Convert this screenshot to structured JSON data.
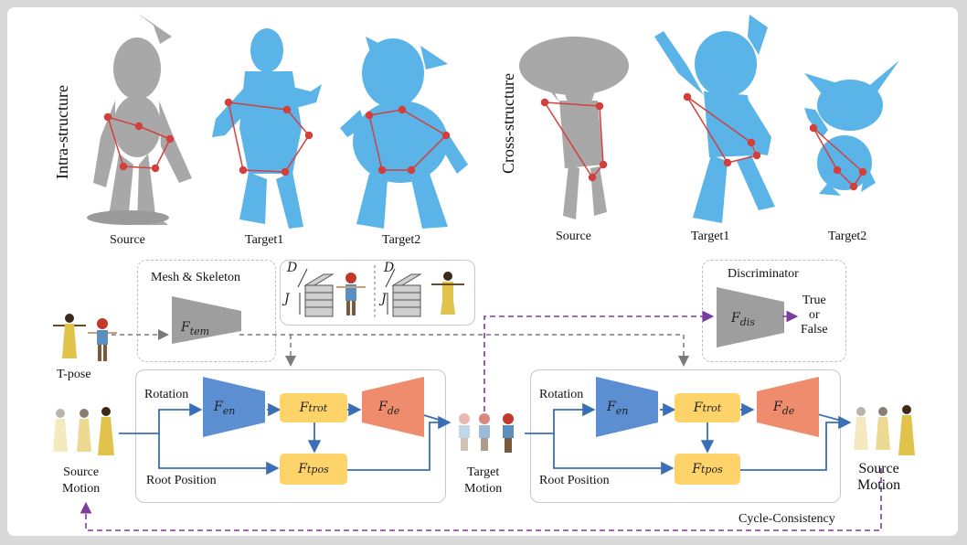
{
  "top_labels": {
    "intra_structure": "Intra-structure",
    "cross_structure": "Cross-structure",
    "intra_source": "Source",
    "intra_target1": "Target1",
    "intra_target2": "Target2",
    "cross_source": "Source",
    "cross_target1": "Target1",
    "cross_target2": "Target2"
  },
  "mesh_skeleton": {
    "title": "Mesh & Skeleton",
    "module": "F",
    "module_sub": "tem",
    "axis_d1": "D",
    "axis_j1": "J",
    "axis_d2": "D",
    "axis_j2": "J"
  },
  "discriminator": {
    "title": "Discriminator",
    "module": "F",
    "module_sub": "dis",
    "output": "True\nor\nFalse"
  },
  "left_inputs": {
    "tpose": "T-pose",
    "source_motion": "Source\nMotion"
  },
  "gen1": {
    "rotation": "Rotation",
    "root_position": "Root Position",
    "encoder": "F",
    "encoder_sub": "en",
    "trot": "F",
    "trot_sub": "trot",
    "decoder": "F",
    "decoder_sub": "de",
    "tpos": "F",
    "tpos_sub": "tpos"
  },
  "middle": {
    "target_motion": "Target\nMotion"
  },
  "gen2": {
    "rotation": "Rotation",
    "root_position": "Root Position",
    "encoder": "F",
    "encoder_sub": "en",
    "trot": "F",
    "trot_sub": "trot",
    "decoder": "F",
    "decoder_sub": "de",
    "tpos": "F",
    "tpos_sub": "tpos"
  },
  "right_output": {
    "source_motion": "Source\nMotion"
  },
  "cycle": "Cycle-Consistency",
  "colors": {
    "blue_mesh": "#5ab4e8",
    "gray_mesh": "#a8a8a8",
    "encoder": "#5b8fd1",
    "decoder": "#ef8c6e",
    "trot_box": "#fdd36a",
    "flow_line": "#3a6fb7",
    "dashed_purple": "#7a3d9e",
    "dashed_gray": "#7a7a7a",
    "skeleton_red": "#d2403e"
  }
}
